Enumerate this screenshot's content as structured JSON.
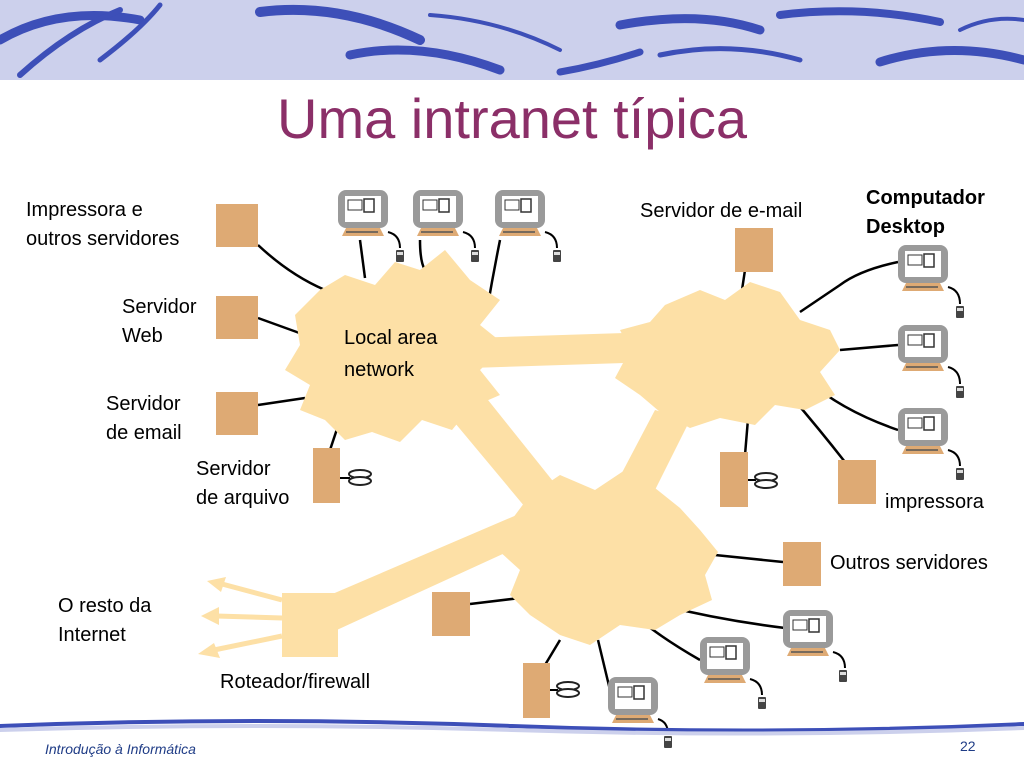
{
  "slide": {
    "title": "Uma intranet típica",
    "footer_left": "Introdução à Informática",
    "page_number": "22"
  },
  "labels": {
    "printer_servers": [
      "Impressora e",
      "outros servidores"
    ],
    "web_server": [
      "Servidor",
      "Web"
    ],
    "email_server_left": [
      "Servidor",
      "de email"
    ],
    "file_server": [
      "Servidor",
      "de arquivo"
    ],
    "internet": [
      "O resto da",
      "Internet"
    ],
    "router": "Roteador/firewall",
    "lan": [
      "Local area",
      "network"
    ],
    "email_server_right": "Servidor de e-mail",
    "desktop": [
      "Computador",
      "Desktop"
    ],
    "printer": "impressora",
    "other_servers": "Outros servidores"
  },
  "colors": {
    "title": "#8b2f68",
    "cloud": "#fde0a6",
    "server_box": "#deaa74",
    "banner_bg": "#ccd0ec",
    "banner_stroke": "#3d4fb8",
    "footer_text": "#1f3c86"
  }
}
